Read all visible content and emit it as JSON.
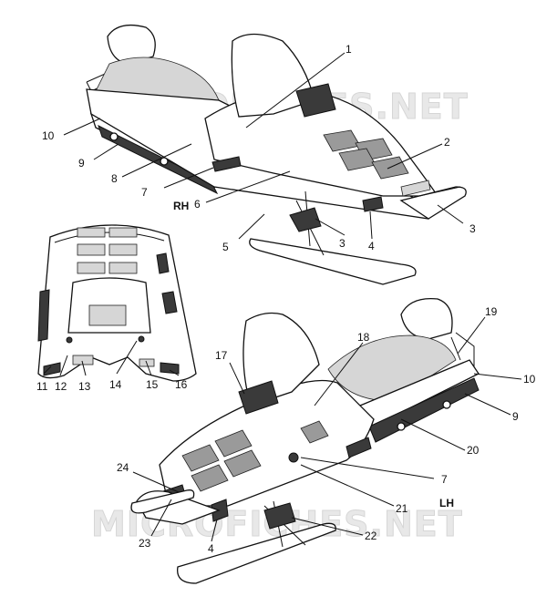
{
  "watermark": {
    "upper": "MICROFICHES.NET",
    "lower": "MICROFICHES.NET"
  },
  "views": {
    "rh_label": "RH",
    "lh_label": "LH"
  },
  "callouts": {
    "c1": "1",
    "c2": "2",
    "c3a": "3",
    "c3b": "3",
    "c4a": "4",
    "c5": "5",
    "c6": "6",
    "c7a": "7",
    "c8": "8",
    "c9a": "9",
    "c10a": "10",
    "c11": "11",
    "c12": "12",
    "c13": "13",
    "c14": "14",
    "c15": "15",
    "c16": "16",
    "c17": "17",
    "c18": "18",
    "c19": "19",
    "c10b": "10",
    "c9b": "9",
    "c20": "20",
    "c7b": "7",
    "c21": "21",
    "c22": "22",
    "c4b": "4",
    "c23": "23",
    "c24": "24"
  }
}
